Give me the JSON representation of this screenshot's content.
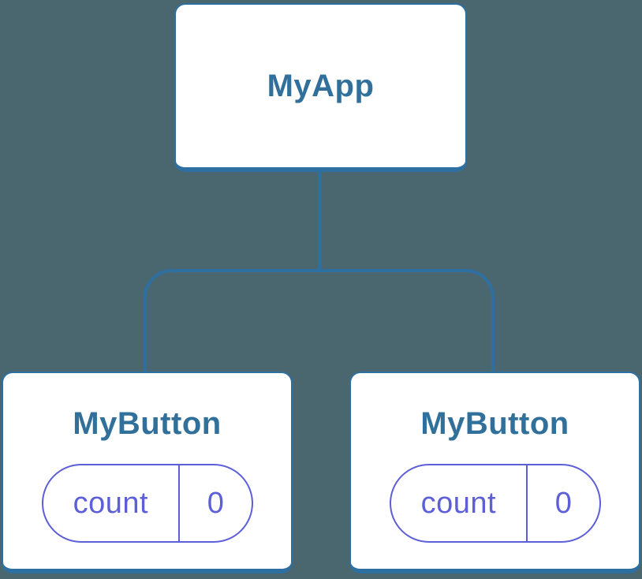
{
  "colors": {
    "background": "#4a6770",
    "line": "#2e6fa2",
    "node_title": "#31709a",
    "state_purple": "#5d5fd8",
    "node_background": "#ffffff"
  },
  "tree": {
    "root": {
      "label": "MyApp"
    },
    "children": [
      {
        "label": "MyButton",
        "state": {
          "name": "count",
          "value": "0"
        }
      },
      {
        "label": "MyButton",
        "state": {
          "name": "count",
          "value": "0"
        }
      }
    ]
  }
}
